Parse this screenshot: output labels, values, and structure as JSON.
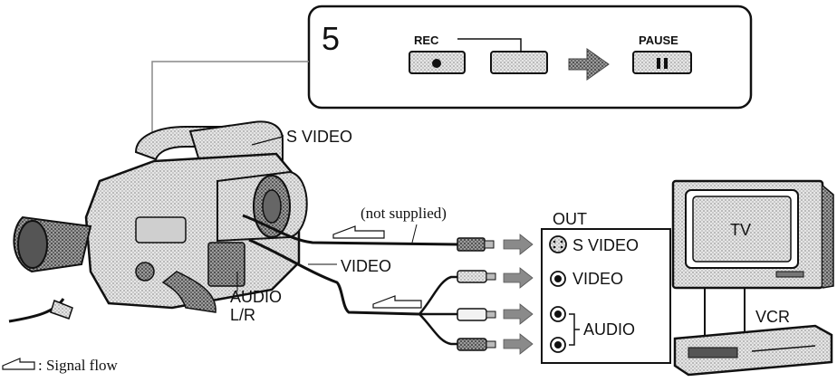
{
  "step_panel": {
    "step_number": "5",
    "rec_label": "REC",
    "pause_label": "PAUSE"
  },
  "camcorder": {
    "svideo_label": "S VIDEO",
    "video_label": "VIDEO",
    "audio_label_line1": "AUDIO",
    "audio_label_line2": "L/R"
  },
  "cable": {
    "not_supplied_label": "(not supplied)"
  },
  "vcr_panel": {
    "out_label": "OUT",
    "svideo_jack": "S VIDEO",
    "video_jack": "VIDEO",
    "audio_jack": "AUDIO"
  },
  "tv": {
    "tv_label": "TV",
    "vcr_label": "VCR"
  },
  "legend": {
    "signal_flow": ": Signal flow"
  },
  "colors": {
    "line": "#111111",
    "screen_tone": "#cfcfcf",
    "arrow_gray": "#8a8a8a"
  }
}
